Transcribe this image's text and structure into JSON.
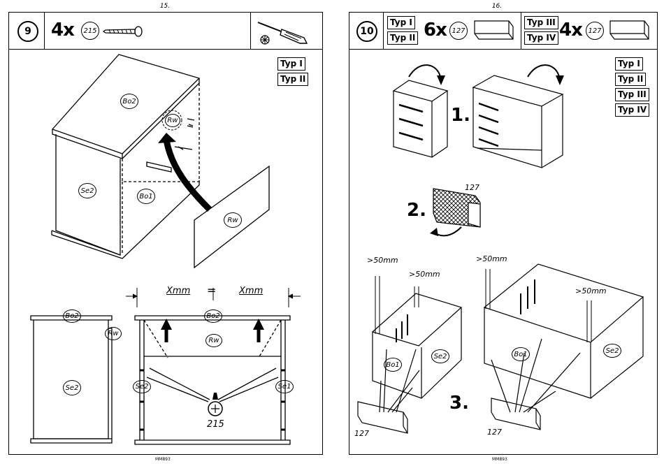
{
  "left_page": {
    "page_number": "15.",
    "step": "9",
    "quantity": "4x",
    "part_number": "215",
    "types": [
      "Typ I",
      "Typ II"
    ],
    "labels": {
      "top": "Bo2",
      "side_left": "Se2",
      "bottom": "Bo1",
      "back_rail": "Rw",
      "back_panel": "Rw",
      "front_top": "Bo2",
      "front_rw": "Rw",
      "side_view_top": "Bo2",
      "side_view_rw": "Rw",
      "side_view_side": "Se2",
      "front_left_side": "Se2",
      "front_right_side": "Se1",
      "screw": "215"
    },
    "dimension_left": "Xmm",
    "dimension_equals": "=",
    "dimension_right": "Xmm",
    "footer_code": "MM893"
  },
  "right_page": {
    "page_number": "16.",
    "step": "10",
    "group1_types": [
      "Typ I",
      "Typ II"
    ],
    "group1_quantity": "6x",
    "group1_part": "127",
    "group2_types": [
      "Typ III",
      "Typ IV"
    ],
    "group2_quantity": "4x",
    "group2_part": "127",
    "types": [
      "Typ I",
      "Typ II",
      "Typ III",
      "Typ IV"
    ],
    "substeps": [
      "1.",
      "2.",
      "3."
    ],
    "part_label_2": "127",
    "dimensions": [
      ">50mm",
      ">50mm",
      ">50mm",
      ">50mm"
    ],
    "labels": {
      "small_bottom": "Bo1",
      "small_side": "Se2",
      "large_bottom": "Bo1",
      "large_side": "Se2"
    },
    "part_label_small": "127",
    "part_label_large": "127",
    "footer_code": "MM893"
  }
}
